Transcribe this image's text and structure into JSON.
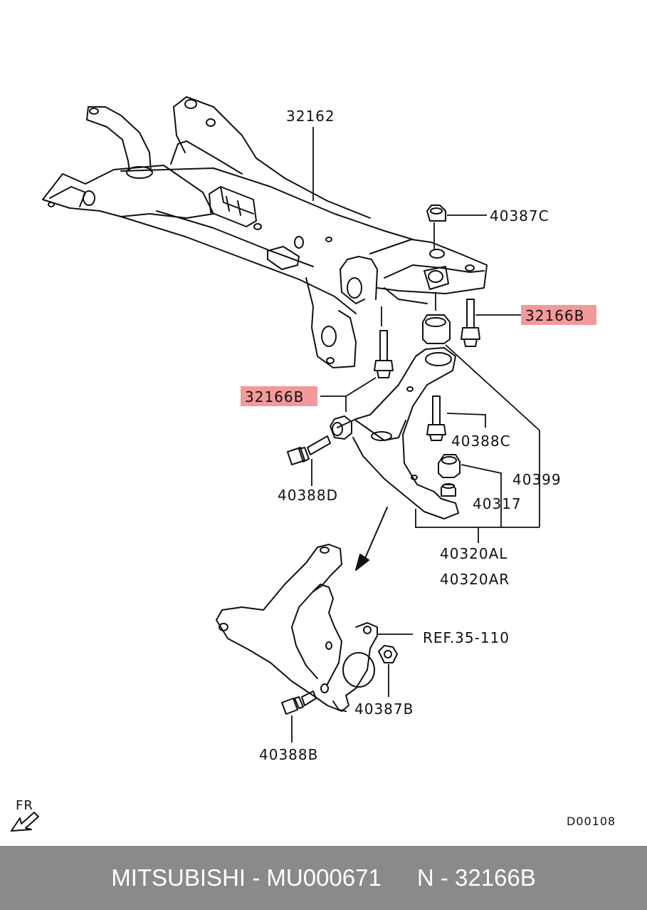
{
  "diagram": {
    "part_labels": {
      "p32162": "32162",
      "p40387c": "40387C",
      "p32166b_right": "32166B",
      "p32166b_left": "32166B",
      "p40388c": "40388C",
      "p40399": "40399",
      "p40388d": "40388D",
      "p40317": "40317",
      "p40320al": "40320AL",
      "p40320ar": "40320AR",
      "ref": "REF.35-110",
      "p40387b": "40387B",
      "p40388b": "40388B"
    },
    "direction_label": "FR",
    "diagram_code": "D00108",
    "highlight_color": "#f29a9a"
  },
  "footer": {
    "brand_part": "MITSUBISHI - MU000671",
    "ref_part": "N - 32166B"
  }
}
